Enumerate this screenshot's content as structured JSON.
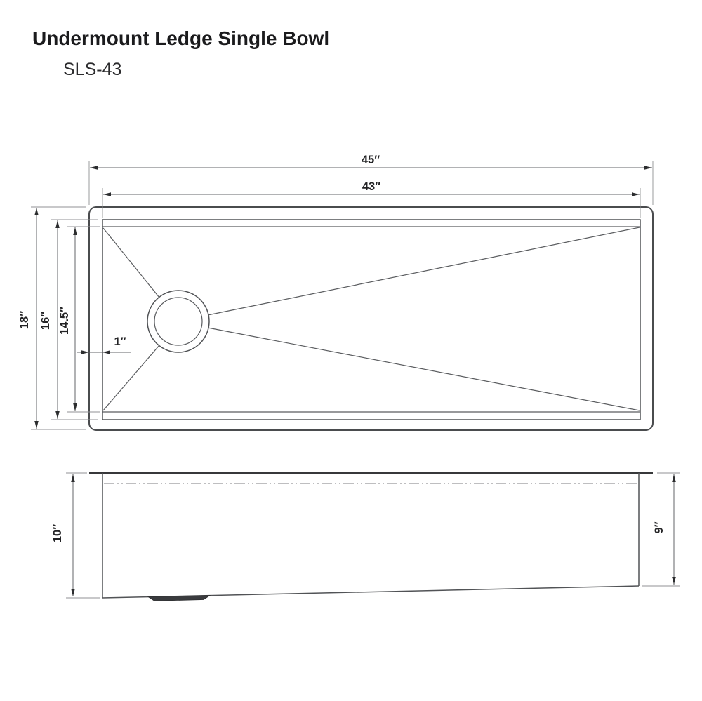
{
  "title": "Undermount Ledge Single Bowl",
  "model": "SLS-43",
  "dimensions": {
    "outer_width": "45″",
    "inner_width": "43″",
    "outer_depth": "18″",
    "inner_depth": "16″",
    "bowl_bottom_depth": "14.5″",
    "ledge_width": "1″",
    "side_left_height": "10″",
    "side_right_height": "9″"
  },
  "colors": {
    "background": "#ffffff",
    "object_line": "#4a4c4e",
    "dimension_line": "#636568",
    "extension_line": "#909194",
    "text": "#232325",
    "title_text": "#1b1b1d"
  }
}
